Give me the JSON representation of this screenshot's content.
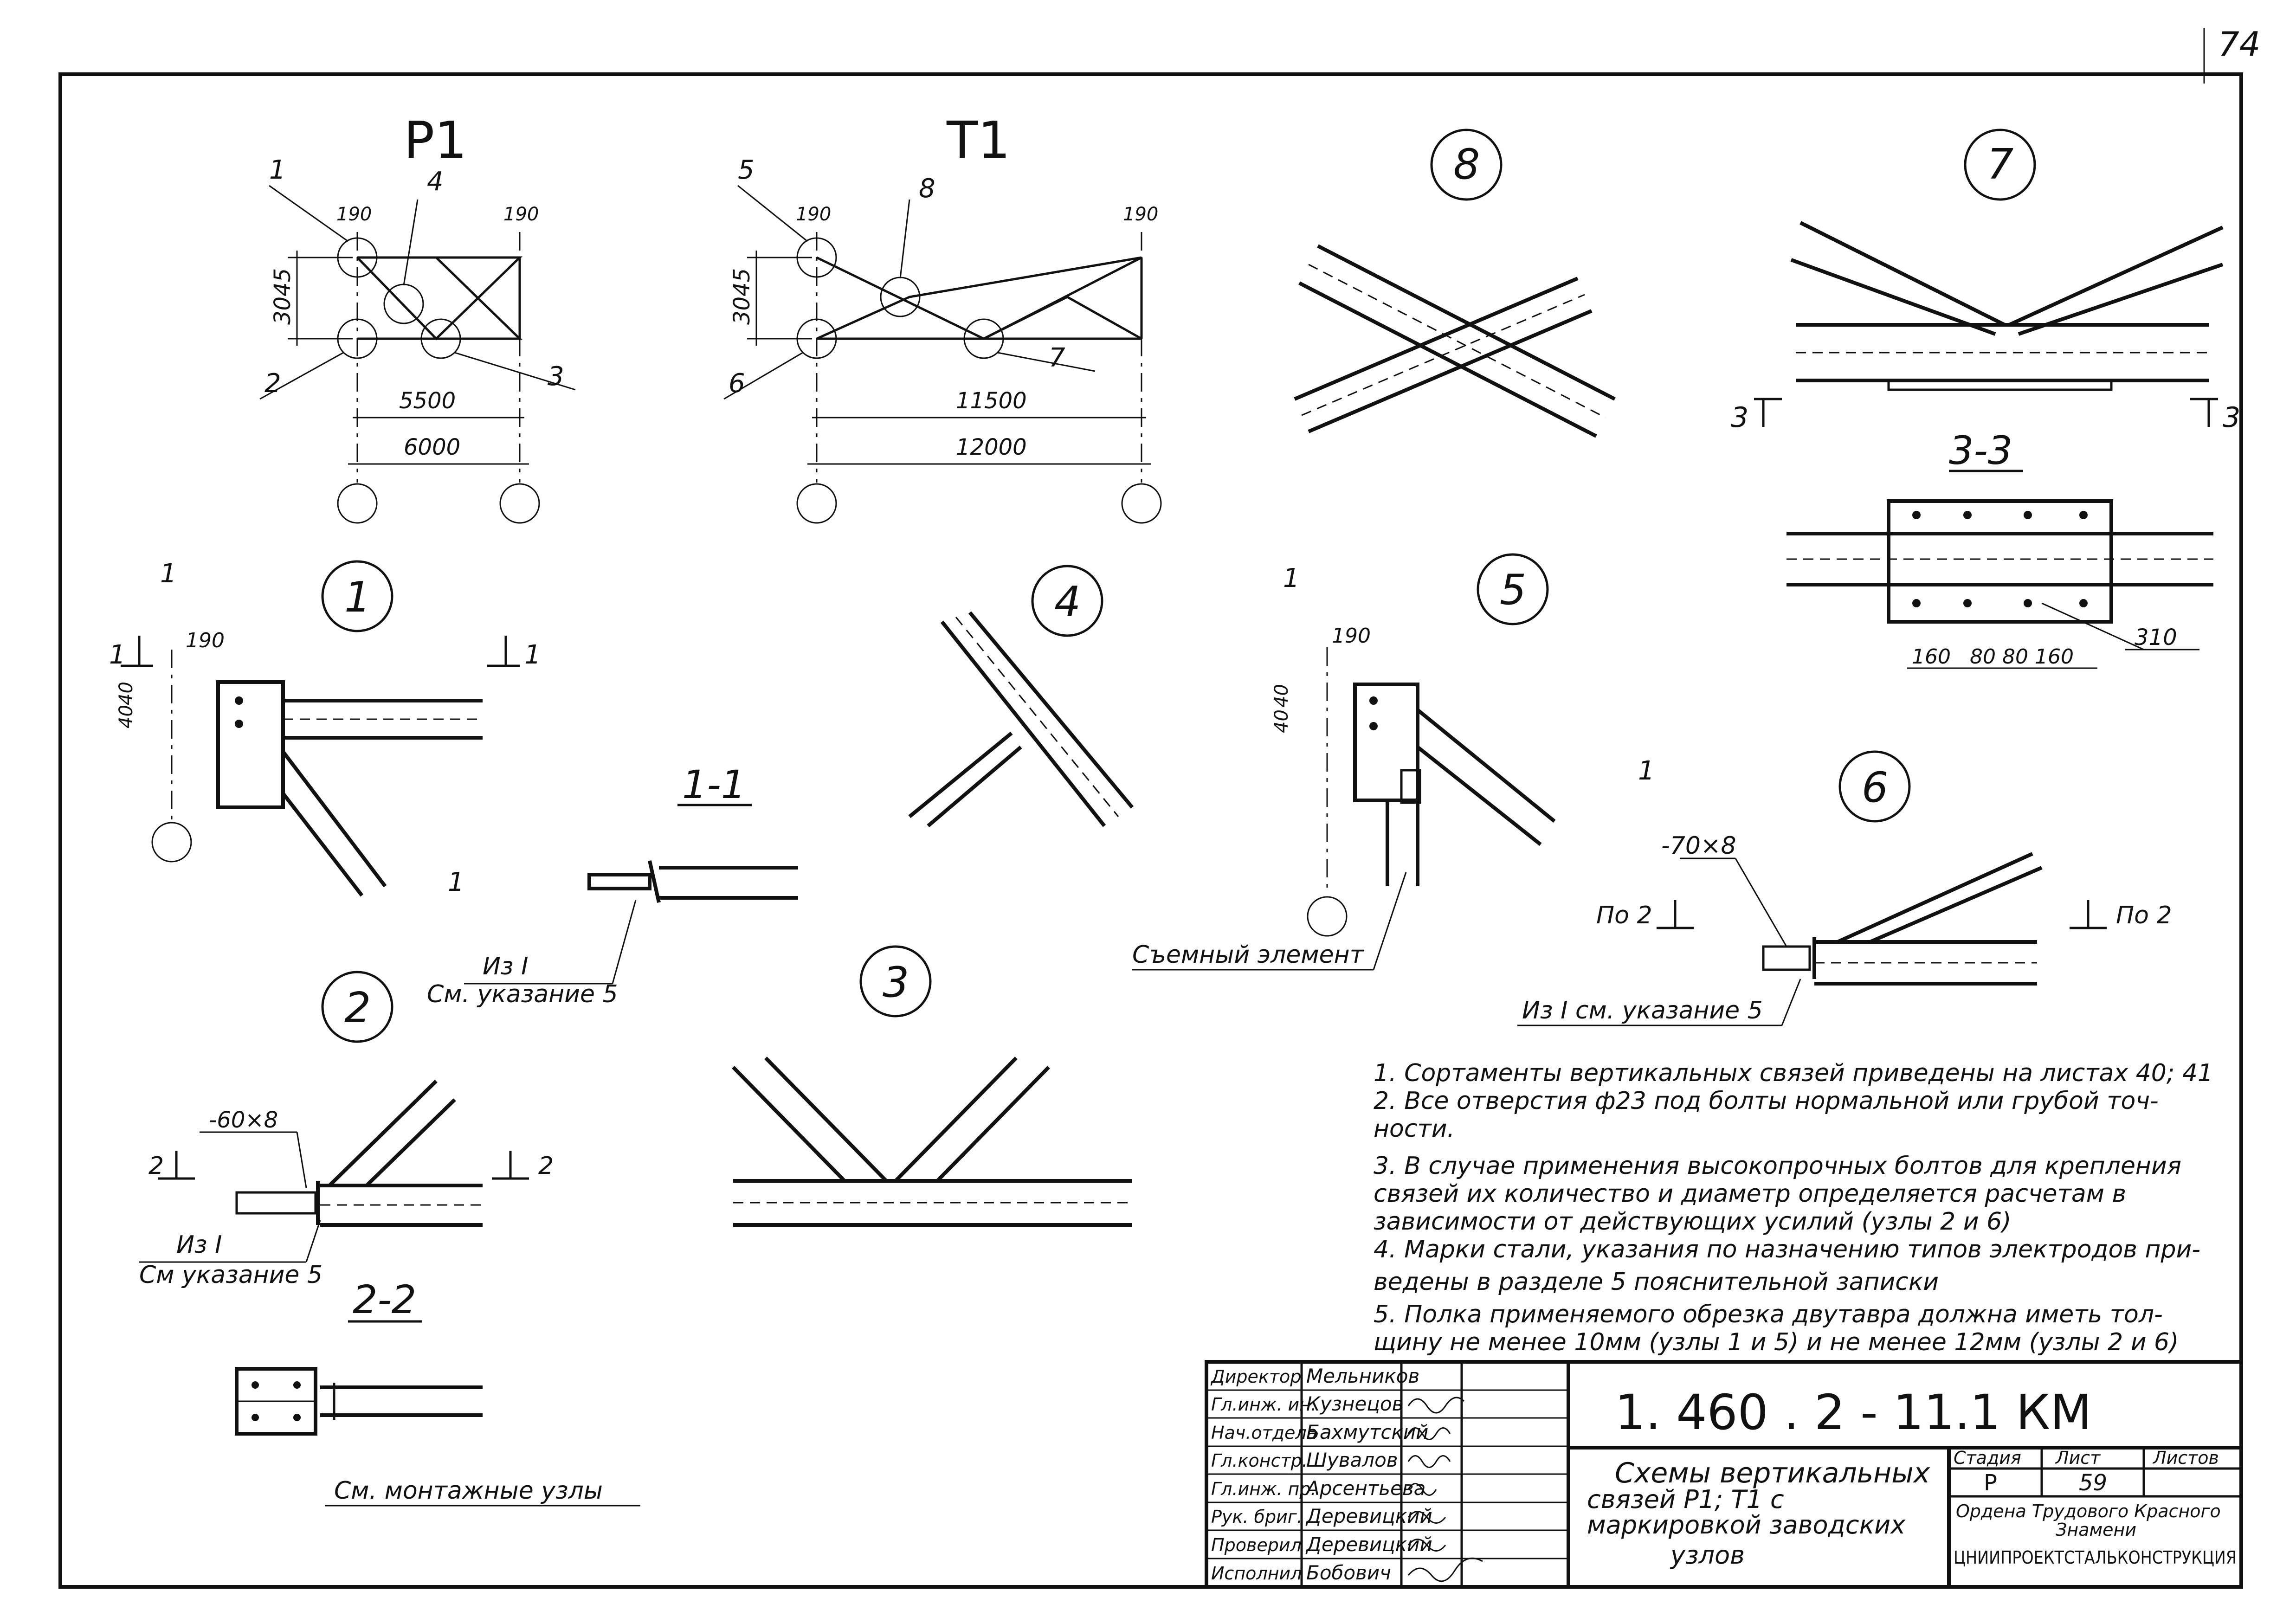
{
  "sheet": {
    "page_number": "74",
    "scheme_p1": "P1",
    "scheme_t1": "T1"
  },
  "p1": {
    "dims": {
      "left_offset": "190",
      "right_offset": "190",
      "height": "3045",
      "inner": "5500",
      "outer": "6000"
    },
    "callouts": [
      "1",
      "4",
      "2",
      "3"
    ]
  },
  "t1": {
    "dims": {
      "left_offset": "190",
      "right_offset": "190",
      "height": "3045",
      "inner": "11500",
      "outer": "12000"
    },
    "callouts": [
      "5",
      "8",
      "6",
      "7"
    ]
  },
  "nodes": {
    "n1": "1",
    "n2": "2",
    "n3": "3",
    "n4": "4",
    "n5": "5",
    "n6": "6",
    "n7": "7",
    "n8": "8"
  },
  "node1": {
    "cut_mark": "1",
    "dim_190": "190",
    "dim_40a": "40",
    "dim_40b": "40"
  },
  "node5": {
    "cut_mark": "1",
    "dim_190": "190",
    "dim_40a": "40",
    "dim_40b": "40",
    "removable": "Съемный элемент"
  },
  "section_1_1": {
    "title": "1-1",
    "label1": "Из I",
    "label2": "См. указание 5"
  },
  "node2": {
    "cut_mark": "2",
    "plate": "-60×8",
    "label1": "Из I",
    "label2": "См указание 5"
  },
  "section_2_2": {
    "title": "2-2",
    "ref": "См. монтажные узлы"
  },
  "node6": {
    "plate": "-70×8",
    "cut_left": "По 2",
    "cut_right": "По 2",
    "label": "Из I см. указание 5"
  },
  "section_3_3": {
    "title": "3-3",
    "cut_mark": "3",
    "dims": [
      "160",
      "80",
      "80",
      "160"
    ],
    "width": "310"
  },
  "notes": [
    "1.  Сортаменты вертикальных связей приведены на листах 40; 41",
    "2.  Все отверстия ф23 под болты нормальной или грубой точ-",
    "ности.",
    "3.  В случае применения высокопрочных болтов для крепления",
    "связей   их количество и диаметр определяется расчетам в",
    "зависимости  от действующих   усилий  (узлы 2 и 6)",
    "4.   Марки стали, указания  по назначению типов электродов при-",
    "ведены  в  разделе 5 пояснительной записки",
    "5.  Полка применяемого обрезка двутавра должна  иметь тол-",
    "щину  не менее 10мм (узлы 1 и 5) и не менее 12мм (узлы 2 и 6)"
  ],
  "title_block": {
    "code": "1. 460 . 2 - 11.1  КМ",
    "title_lines": [
      "Схемы вертикальных",
      "связей Р1; Т1      с",
      "маркировкой    заводских",
      "узлов"
    ],
    "roles": [
      {
        "role": "Директор",
        "name": "Мельников"
      },
      {
        "role": "Гл.инж. ин.",
        "name": "Кузнецов"
      },
      {
        "role": "Нач.отдела",
        "name": "Бахмутский"
      },
      {
        "role": "Гл.констр.",
        "name": "Шувалов"
      },
      {
        "role": "Гл.инж. пр.",
        "name": "Арсентьева"
      },
      {
        "role": "Рук. бриг.",
        "name": "Деревицкий"
      },
      {
        "role": "Проверил",
        "name": "Деревицкий"
      },
      {
        "role": "Исполнил",
        "name": "Бобович"
      }
    ],
    "stage_header": "Стадия",
    "sheet_header": "Лист",
    "sheets_header": "Листов",
    "stage": "Р",
    "sheet": "59",
    "org_line1": "Ордена Трудового Красного",
    "org_line2": "Знамени",
    "org_line3": "ЦНИИПРОЕКТСТАЛЬКОНСТРУКЦИЯ"
  }
}
